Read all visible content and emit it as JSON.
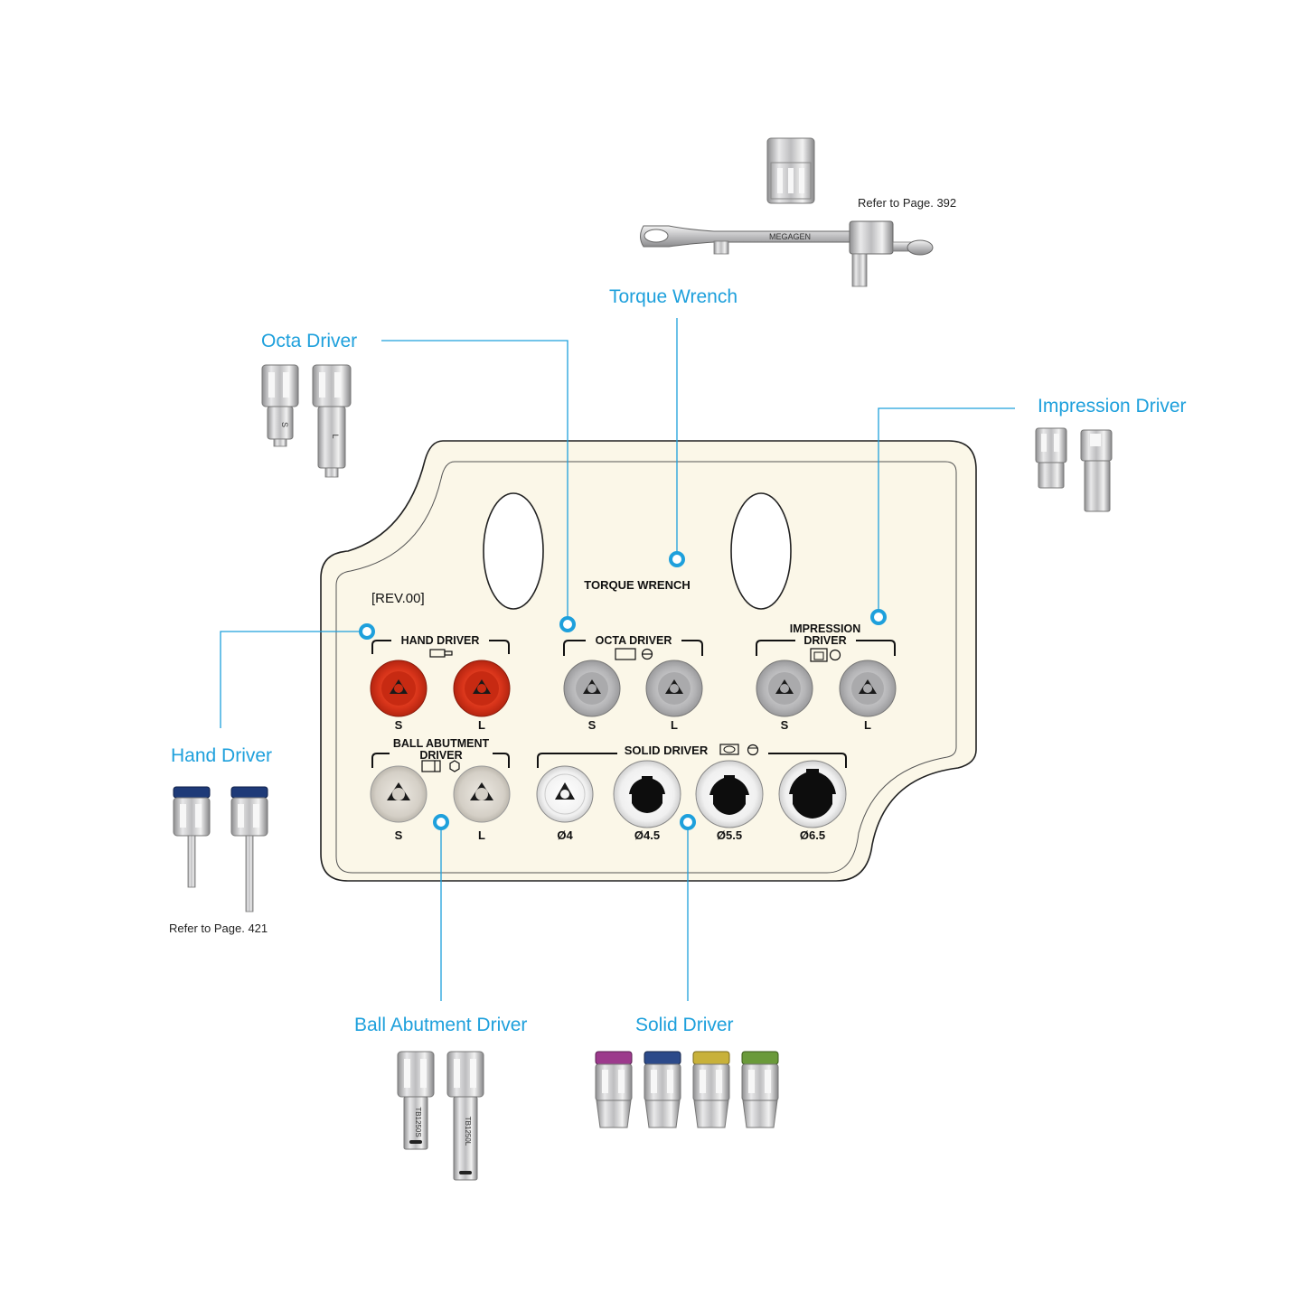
{
  "callouts": {
    "torque_wrench": "Torque Wrench",
    "octa_driver": "Octa Driver",
    "impression_driver": "Impression Driver",
    "hand_driver": "Hand Driver",
    "ball_abutment_driver": "Ball Abutment Driver",
    "solid_driver": "Solid Driver"
  },
  "references": {
    "torque_wrench": "Refer to Page. 392",
    "hand_driver": "Refer to Page. 421"
  },
  "wrench_brand": "MEGAGEN",
  "tray": {
    "revision": "[REV.00]",
    "torque_wrench_label": "TORQUE WRENCH",
    "hand_driver_label": "HAND DRIVER",
    "octa_driver_label": "OCTA DRIVER",
    "impression_driver_label_1": "IMPRESSION",
    "impression_driver_label_2": "DRIVER",
    "ball_abutment_label_1": "BALL ABUTMENT",
    "ball_abutment_label_2": "DRIVER",
    "solid_driver_label": "SOLID DRIVER",
    "size_s": "S",
    "size_l": "L",
    "solid_sizes": [
      "Ø4",
      "Ø4.5",
      "Ø5.5",
      "Ø6.5"
    ]
  },
  "part_marks": {
    "octa_s": "S",
    "octa_l": "L",
    "ball_s": "TB1250S",
    "ball_l": "TB1250L"
  },
  "colors": {
    "accent": "#1ea0dc",
    "tray_fill": "#fbf7e8",
    "hand_socket": "#e23a1a",
    "grey_socket": "#b9b9bb",
    "ball_socket": "#d8d4cc",
    "solid_caps": [
      "#9c3a8c",
      "#2c4a8a",
      "#c8b13a",
      "#6a9a3a"
    ]
  }
}
